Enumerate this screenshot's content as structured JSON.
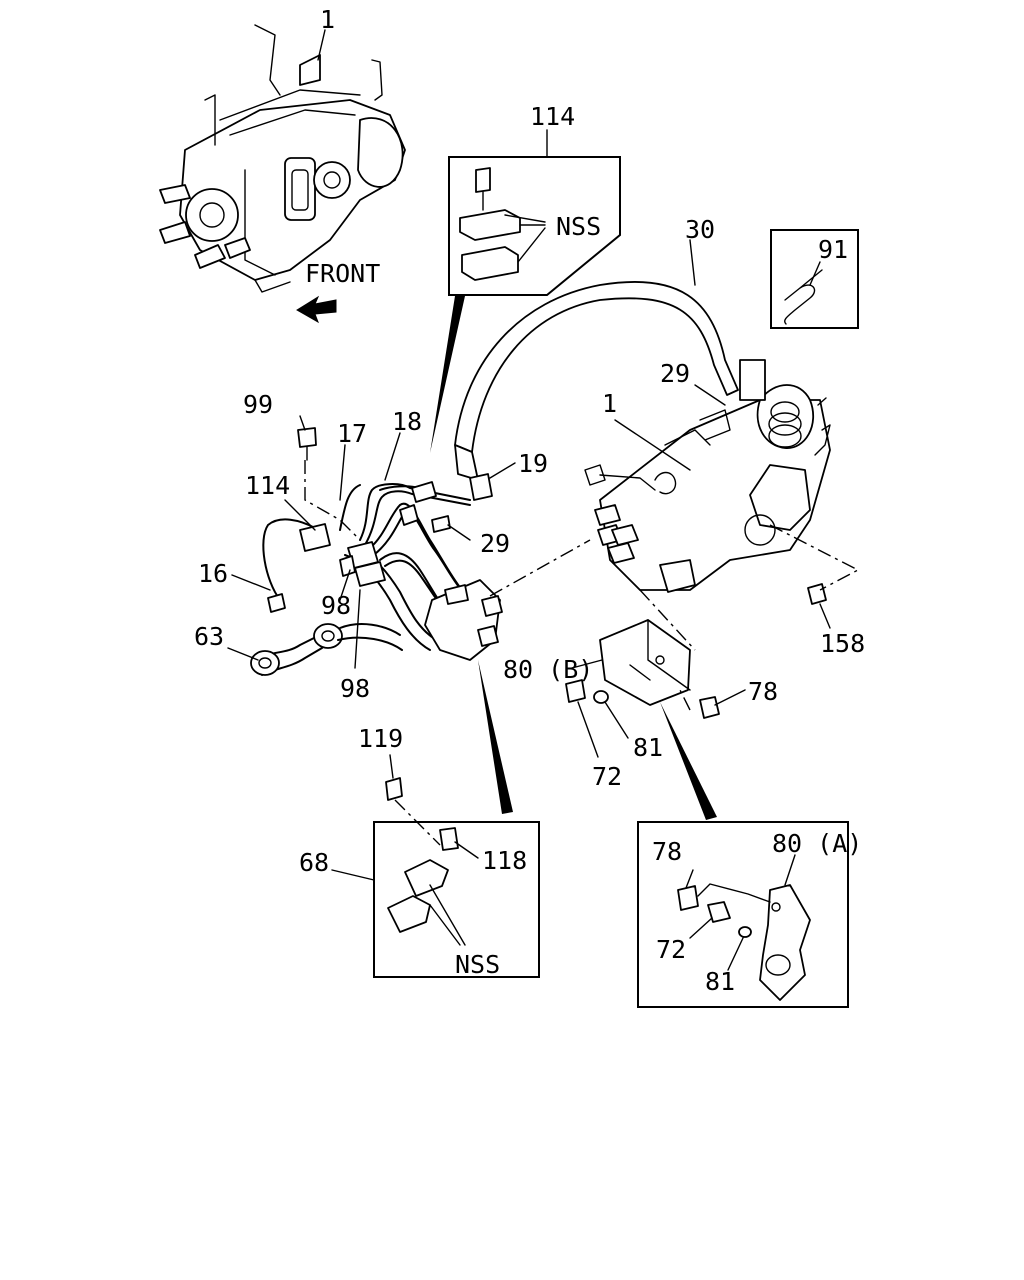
{
  "labels": {
    "l1_top": "1",
    "l114_top": "114",
    "nss_top": "NSS",
    "front": "FRONT",
    "l30": "30",
    "l91": "91",
    "l29_right": "29",
    "l1_mid": "1",
    "l99": "99",
    "l17": "17",
    "l18": "18",
    "l19": "19",
    "l114_left": "114",
    "l29_mid": "29",
    "l16": "16",
    "l98_a": "98",
    "l63": "63",
    "l98_b": "98",
    "l80b": "80 (B)",
    "l78_mid": "78",
    "l81_mid": "81",
    "l72_mid": "72",
    "l158": "158",
    "l119": "119",
    "l68": "68",
    "l118": "118",
    "nss_bottom": "NSS",
    "l78_box": "78",
    "l80a": "80 (A)",
    "l72_box": "72",
    "l81_box": "81"
  }
}
